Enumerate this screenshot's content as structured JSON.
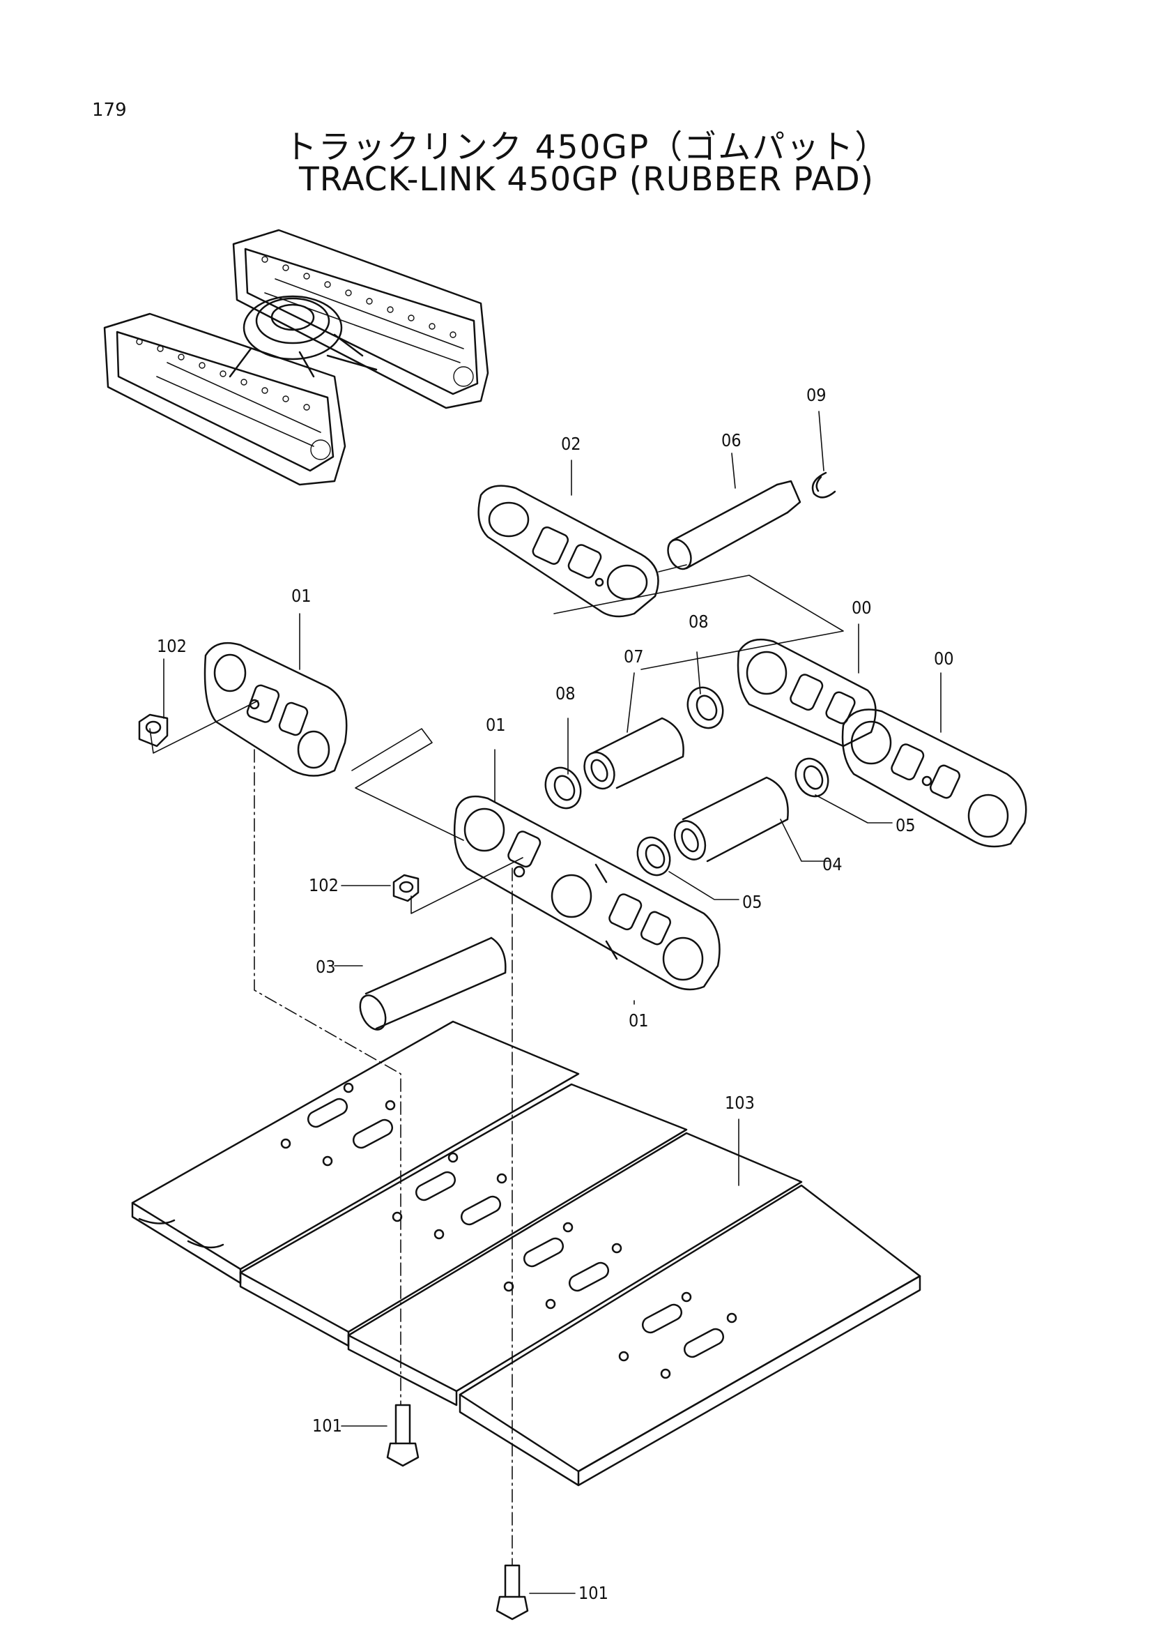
{
  "page_number": "179",
  "title_ja": "トラックリンク 450GP（ゴムパット）",
  "title_en": "TRACK-LINK 450GP (RUBBER PAD)",
  "callouts": {
    "c00a": "00",
    "c00b": "00",
    "c01a": "01",
    "c01b": "01",
    "c01c": "01",
    "c02": "02",
    "c03": "03",
    "c04": "04",
    "c05a": "05",
    "c05b": "05",
    "c06": "06",
    "c07": "07",
    "c08a": "08",
    "c08b": "08",
    "c09": "09",
    "c101a": "101",
    "c101b": "101",
    "c102a": "102",
    "c102b": "102",
    "c103": "103"
  }
}
